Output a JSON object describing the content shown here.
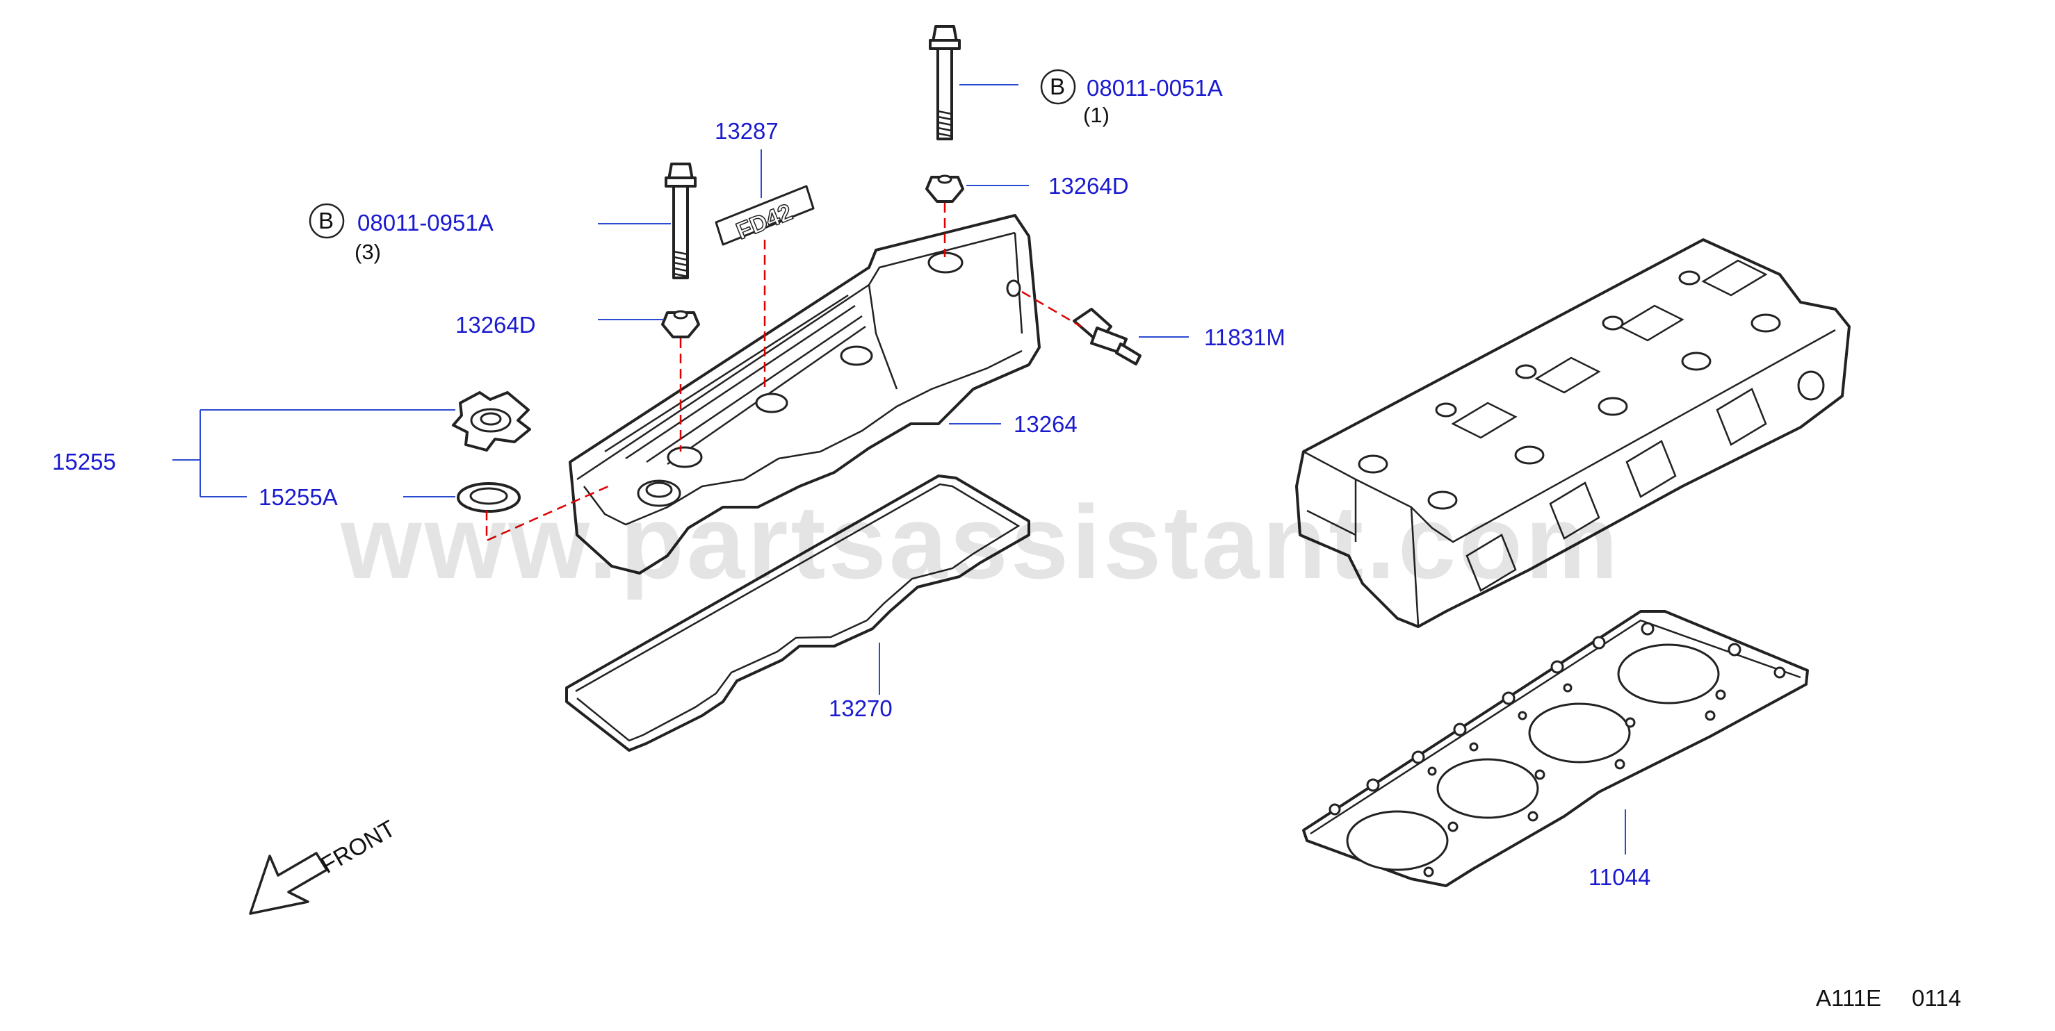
{
  "watermark": "www.partsassistant.com",
  "parts": {
    "bolt_b_top": {
      "circle_letter": "B",
      "number": "08011-0051A",
      "qty": "(1)"
    },
    "bolt_b_left": {
      "circle_letter": "B",
      "number": "08011-0951A",
      "qty": "(3)"
    },
    "nameplate": {
      "number": "13287",
      "plate_text": "FD42"
    },
    "seal_top": {
      "number": "13264D"
    },
    "seal_left": {
      "number": "13264D"
    },
    "pcv_valve": {
      "number": "11831M"
    },
    "rocker_cover": {
      "number": "13264"
    },
    "oil_cap_assy": {
      "number": "15255"
    },
    "oil_cap_seal": {
      "number": "15255A"
    },
    "cover_gasket": {
      "number": "13270"
    },
    "head_gasket": {
      "number": "11044"
    }
  },
  "front_label": "FRONT",
  "diagram_code": "A111E",
  "diagram_page": "0114"
}
